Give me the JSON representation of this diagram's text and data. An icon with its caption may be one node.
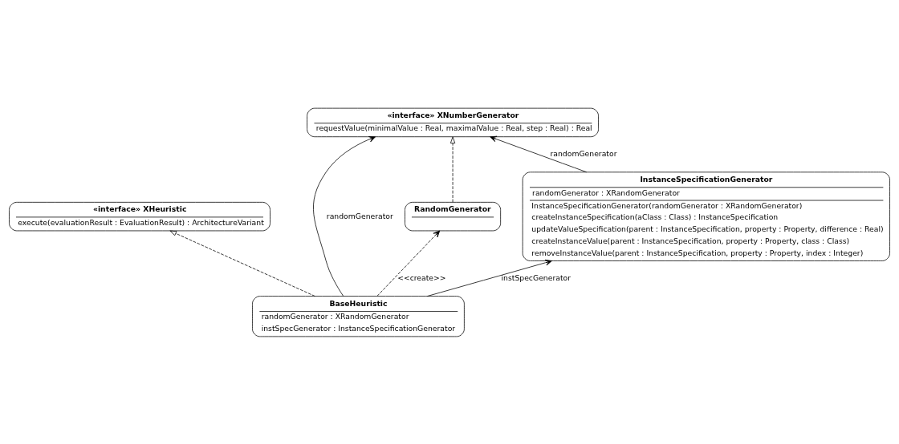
{
  "diagram": {
    "nodes": [
      {
        "text": [
          "«interface» XHeuristic",
          "execute(evaluationResult : EvaluationResult) : ArchitectureVariant"
        ]
      },
      {
        "text": [
          "«interface» XNumberGenerator",
          "requestValue(minimalValue : Real, maximalValue : Real, step : Real) : Real"
        ]
      },
      {
        "text": [
          "BaseHeuristic",
          "randomGenerator : XRandomGenerator",
          "instSpecGenerator : InstanceSpecificationGenerator"
        ]
      },
      {
        "text": [
          "RandomGenerator"
        ]
      },
      {
        "text": [
          "InstanceSpecificationGenerator",
          "randomGenerator : XRandomGenerator",
          "InstanceSpecificationGenerator(randomGenerator : XRandomGenerator)",
          "createInstanceSpecification(aClass : Class) : InstanceSpecification",
          "updateValueSpecification(parent : InstanceSpecification, property : Property, difference : Real)",
          "createInstanceValue(parent : InstanceSpecification, property : Property, class : Class)",
          "removeInstanceValue(parent : InstanceSpecification, property : Property, index : Integer)"
        ]
      }
    ],
    "edges": [
      {
        "from": 2,
        "to": 0,
        "arrow": "to",
        "style": "dashed"
      },
      {
        "from": 3,
        "to": 1,
        "arrow": "to",
        "style": "dashed"
      },
      {
        "from": 2,
        "to": 1,
        "arrow": "to",
        "label": "randomGenerator"
      },
      {
        "from": 2,
        "to": 3,
        "arrow": "to",
        "style": "dashed",
        "label": "<<create>>"
      },
      {
        "from": 2,
        "to": 4,
        "arrow": "to",
        "label": "instSpecGenerator"
      },
      {
        "from": 4,
        "to": 1,
        "arrow": "to",
        "label": "randomGenerator"
      }
    ]
  }
}
